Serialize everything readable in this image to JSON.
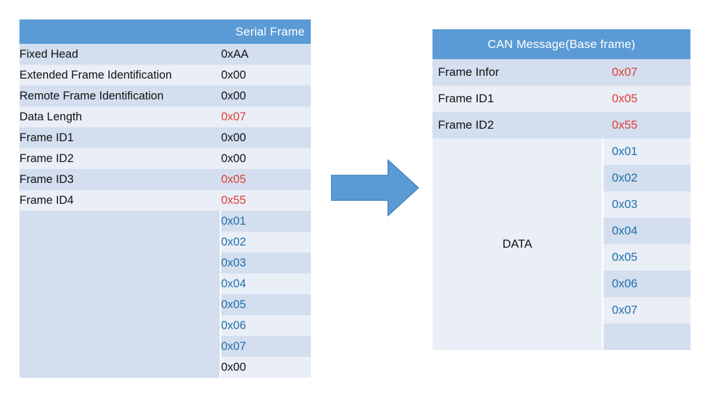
{
  "diagram": {
    "title_hidden": "",
    "arrow": {
      "name": "right-arrow",
      "color": "#5B9BD5",
      "direction": "right"
    }
  },
  "left_table": {
    "header": {
      "label_col": "",
      "value_col": "Serial Frame"
    },
    "rows": [
      {
        "label": "Fixed Head",
        "value": "0xAA",
        "value_color": "black"
      },
      {
        "label": "Extended Frame Identification",
        "value": "0x00",
        "value_color": "black"
      },
      {
        "label": "Remote Frame Identification",
        "value": "0x00",
        "value_color": "black"
      },
      {
        "label": "Data Length",
        "value": "0x07",
        "value_color": "red"
      },
      {
        "label": "Frame ID1",
        "value": "0x00",
        "value_color": "black"
      },
      {
        "label": "Frame ID2",
        "value": "0x00",
        "value_color": "black"
      },
      {
        "label": "Frame ID3",
        "value": "0x05",
        "value_color": "red"
      },
      {
        "label": "Frame ID4",
        "value": "0x55",
        "value_color": "red"
      }
    ],
    "data_rows": [
      {
        "label": "",
        "value": "0x01",
        "value_color": "blue"
      },
      {
        "label": "",
        "value": "0x02",
        "value_color": "blue"
      },
      {
        "label": "",
        "value": "0x03",
        "value_color": "blue"
      },
      {
        "label": "",
        "value": "0x04",
        "value_color": "blue"
      },
      {
        "label": "",
        "value": "0x05",
        "value_color": "blue"
      },
      {
        "label": "",
        "value": "0x06",
        "value_color": "blue"
      },
      {
        "label": "",
        "value": "0x07",
        "value_color": "blue"
      },
      {
        "label": "",
        "value": "0x00",
        "value_color": "black"
      }
    ]
  },
  "right_table": {
    "header": {
      "title": "CAN Message(Base frame)"
    },
    "rows": [
      {
        "label": "Frame Infor",
        "value": "0x07",
        "value_color": "red"
      },
      {
        "label": "Frame ID1",
        "value": "0x05",
        "value_color": "red"
      },
      {
        "label": "Frame ID2",
        "value": "0x55",
        "value_color": "red"
      }
    ],
    "data_label": "DATA",
    "data_rows": [
      {
        "value": "0x01",
        "value_color": "blue"
      },
      {
        "value": "0x02",
        "value_color": "blue"
      },
      {
        "value": "0x03",
        "value_color": "blue"
      },
      {
        "value": "0x04",
        "value_color": "blue"
      },
      {
        "value": "0x05",
        "value_color": "blue"
      },
      {
        "value": "0x06",
        "value_color": "blue"
      },
      {
        "value": "0x07",
        "value_color": "blue"
      },
      {
        "value": "",
        "value_color": "blue"
      }
    ]
  },
  "colors": {
    "header_blue": "#5B9BD5",
    "row_dark": "#D3DEEF",
    "row_light": "#E9EEF7",
    "text_red": "#E03C31",
    "text_blue": "#1F6FA8",
    "text_black": "#111111",
    "background": "#FFFFFF"
  }
}
